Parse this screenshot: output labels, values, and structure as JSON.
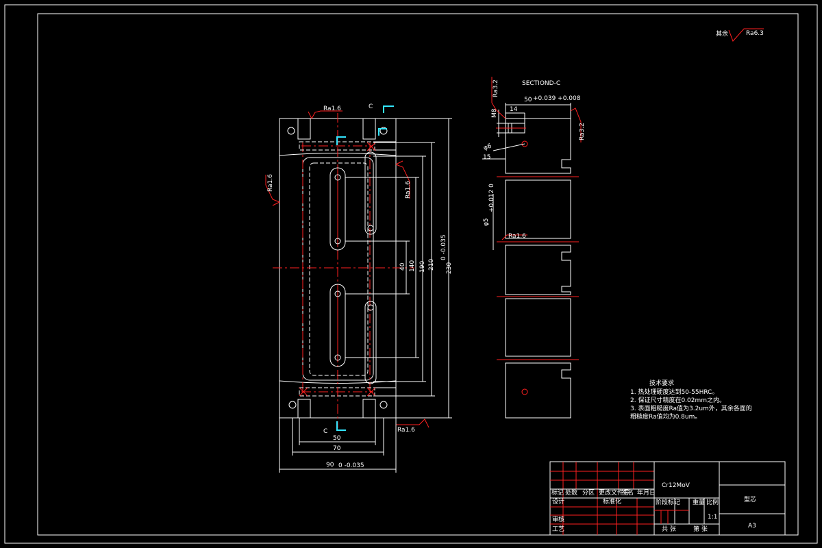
{
  "roughness": {
    "global_prefix": "其余",
    "global_value": "Ra6.3",
    "front_top": "Ra1.6",
    "front_left": "Ra1.6",
    "front_right": "Ra1.6",
    "front_bottom": "Ra1.6",
    "section_left": "Ra3.2",
    "section_right": "Ra3.2",
    "section_mid": "Ra1.6"
  },
  "section": {
    "title": "SECTIOND-C",
    "label_top": "C",
    "label_bottom": "C"
  },
  "dimensions": {
    "front": {
      "d40": "40",
      "d140": "140",
      "d190": "190",
      "d210": "210",
      "d230": "230",
      "d230_tol": "0 -0.035",
      "d50": "50",
      "d70": "70",
      "d90": "90",
      "d90_tol": "0 -0.035"
    },
    "section": {
      "d50": "50",
      "d50_tol": "+0.039 +0.008",
      "d14": "14",
      "m8": "M8",
      "phi6": "φ6",
      "d15": "15",
      "phi5": "φ5",
      "phi5_tol": "+0.012 0"
    }
  },
  "tech_requirements": {
    "title": "技术要求",
    "items": [
      "1. 热处理硬度达到50-55HRC。",
      "2. 保证尺寸精度在0.02mm之内。",
      "3. 表面粗糙度Ra值为3.2um外，其余各面的",
      "粗糙度Ra值均为0.8um。"
    ]
  },
  "title_block": {
    "material": "Cr12MoV",
    "part_name": "型芯",
    "drawing_no": "A3",
    "header_cells": [
      "标记",
      "处数",
      "分区",
      "更改文件号",
      "签名",
      "年月日"
    ],
    "labels": {
      "design": "设计",
      "standard": "标准化",
      "review": "审核",
      "process": "工艺",
      "stage_mark": "阶段标记",
      "weight": "重量",
      "scale": "比例",
      "scale_value": "1:1",
      "sheet_total": "共 张",
      "sheet_no": "第 张"
    }
  }
}
